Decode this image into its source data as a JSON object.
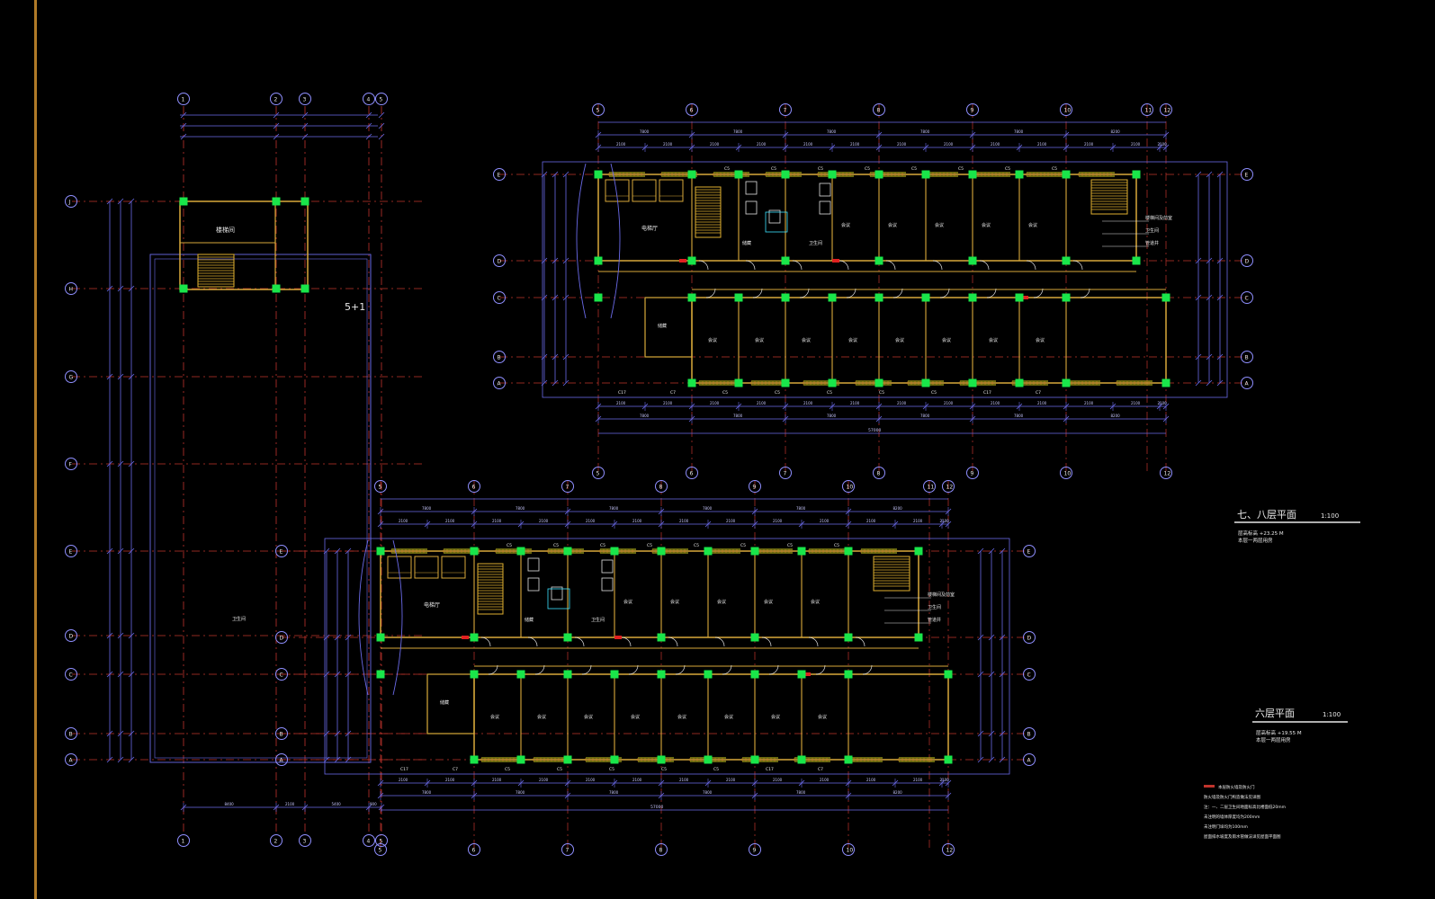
{
  "drawing": {
    "colors": {
      "background": "#000000",
      "wall": "#d9a93a",
      "grid_axis": "#c0342c",
      "dimension": "#6a6ae8",
      "column": "#19e64a",
      "text": "#e8e8e8",
      "bubble": "#8f8fff",
      "stair": "#e0b030",
      "window": "#cfcf20",
      "border": "#b07a28"
    },
    "upper_plan": {
      "title": "七、八层平面",
      "scale": "1:100",
      "note_1": "层高标高 +23.25 M",
      "note_2": "本层一两层用房",
      "top_axis_labels": [
        "5",
        "6",
        "7",
        "8",
        "9",
        "10",
        "11",
        "12"
      ],
      "bottom_axis_labels": [
        "5",
        "6",
        "7",
        "8",
        "9",
        "10",
        "12"
      ],
      "side_axis_labels": [
        "E",
        "D",
        "C",
        "B",
        "A"
      ],
      "north_rooms": [
        "电梯厅",
        "储藏",
        "卫生间",
        "会议",
        "会议",
        "会议",
        "会议",
        "会议"
      ],
      "south_rooms": [
        "储藏",
        "会议",
        "会议",
        "会议",
        "会议",
        "会议",
        "会议",
        "会议",
        "会议"
      ],
      "east_labels": [
        "楼梯间及前室",
        "卫生间",
        "管道井"
      ],
      "window_tags": [
        "C5",
        "C5",
        "C5",
        "C5",
        "C5",
        "C5",
        "C5",
        "C5"
      ],
      "bottom_window_tags": [
        "C17",
        "C7",
        "C5",
        "C5",
        "C5",
        "C5",
        "C5",
        "C17",
        "C7"
      ],
      "total_dim": "57000"
    },
    "lower_plan": {
      "title": "六层平面",
      "scale": "1:100",
      "note_1": "层高标高 +19.55 M",
      "note_2": "本层一两层用房",
      "top_axis_labels": [
        "5",
        "6",
        "7",
        "8",
        "9",
        "10",
        "11",
        "12"
      ],
      "bottom_axis_labels": [
        "5",
        "6",
        "7",
        "8",
        "9",
        "10",
        "12"
      ],
      "side_axis_labels": [
        "E",
        "D",
        "C",
        "B",
        "A"
      ],
      "north_rooms": [
        "电梯厅",
        "储藏",
        "卫生间",
        "会议",
        "会议",
        "会议",
        "会议",
        "会议"
      ],
      "south_rooms": [
        "储藏",
        "会议",
        "会议",
        "会议",
        "会议",
        "会议",
        "会议",
        "会议",
        "会议"
      ],
      "east_labels": [
        "楼梯间及前室",
        "卫生间",
        "管道井"
      ],
      "window_tags": [
        "C5",
        "C5",
        "C5",
        "C5",
        "C5",
        "C5",
        "C5",
        "C5"
      ],
      "bottom_window_tags": [
        "C17",
        "C7",
        "C5",
        "C5",
        "C5",
        "C5",
        "C5",
        "C17",
        "C7"
      ],
      "total_dim": "57000"
    },
    "tower_plan": {
      "room_label": "楼梯间",
      "mark": "5+1",
      "top_axis_labels": [
        "1",
        "2",
        "3",
        "4",
        "5"
      ],
      "bottom_axis_labels": [
        "1",
        "2",
        "3",
        "4",
        "5"
      ],
      "side_axis_labels": [
        "J",
        "H",
        "G",
        "F",
        "E",
        "D",
        "C",
        "B",
        "A"
      ]
    },
    "legend": {
      "items": [
        "本层防火墙及防火门",
        "防火墙及防火门构造做法见详图",
        "注：一、二层卫生间地面标高比楼面低20mm",
        "未注明的墙体厚度均为200mm",
        "未注明门垛均为100mm",
        "屋面排水坡度及雨水管做法详见屋面平面图"
      ]
    }
  }
}
